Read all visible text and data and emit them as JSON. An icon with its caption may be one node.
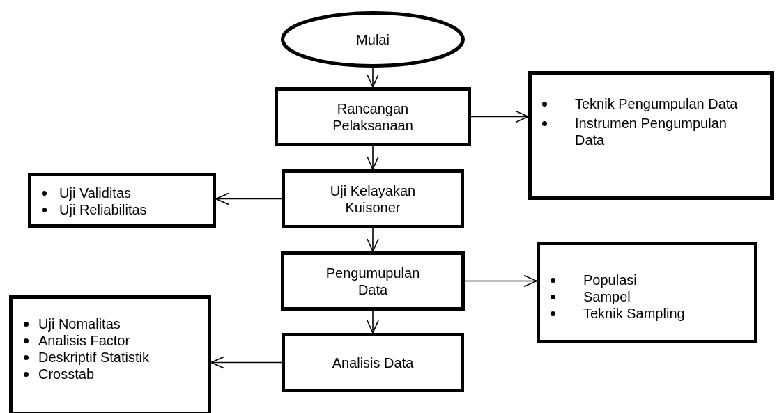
{
  "diagram": {
    "nodes": [
      {
        "text": [
          "Mulai"
        ]
      },
      {
        "text": [
          "Rancangan Pelaksanaan"
        ]
      },
      {
        "text": [
          "Uji Kelayakan Kuisoner"
        ]
      },
      {
        "text": [
          "Pengumupulan Data"
        ]
      },
      {
        "text": [
          "Analisis Data"
        ]
      },
      {
        "text": [
          "Teknik Pengumpulan Data",
          "Instrumen Pengumpulan Data"
        ]
      },
      {
        "text": [
          "Uji Validitas",
          "Uji Reliabilitas"
        ]
      },
      {
        "text": [
          "Populasi",
          "Sampel",
          "Teknik Sampling"
        ]
      },
      {
        "text": [
          "Uji Nomalitas",
          "Analisis Factor",
          "Deskriptif Statistik",
          "Crosstab"
        ]
      }
    ],
    "edges": [
      {
        "from": 0,
        "to": 1,
        "arrow": "to"
      },
      {
        "from": 1,
        "to": 2,
        "arrow": "to"
      },
      {
        "from": 2,
        "to": 3,
        "arrow": "to"
      },
      {
        "from": 3,
        "to": 4,
        "arrow": "to"
      },
      {
        "from": 1,
        "to": 5,
        "arrow": "to"
      },
      {
        "from": 2,
        "to": 6,
        "arrow": "to"
      },
      {
        "from": 3,
        "to": 7,
        "arrow": "to"
      },
      {
        "from": 4,
        "to": 8,
        "arrow": "to"
      }
    ]
  }
}
